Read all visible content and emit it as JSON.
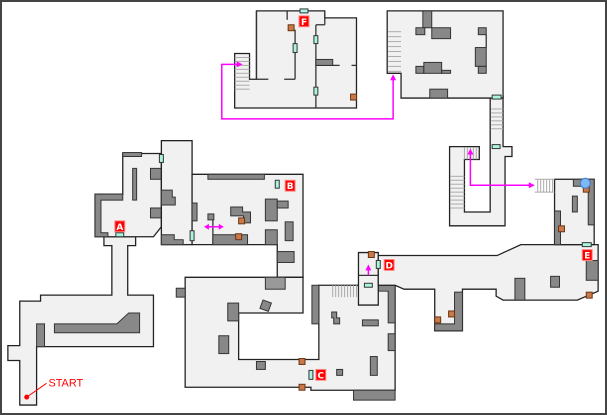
{
  "map": {
    "start_label": "START",
    "markers": {
      "a": "A",
      "b": "B",
      "c": "C",
      "d": "D",
      "e": "E",
      "f": "F"
    },
    "colors": {
      "floor": "#f1f1f1",
      "wall": "#888888",
      "door": "#aaf5e0",
      "crate": "#c9784a",
      "marker": "#ff0000",
      "route_arrow": "#ff00ff",
      "save_point": "#7fb8f5"
    },
    "icons": [
      "door-icon",
      "crate-icon",
      "stairs-icon",
      "route-arrow-icon",
      "save-point-icon",
      "start-point-icon"
    ]
  }
}
